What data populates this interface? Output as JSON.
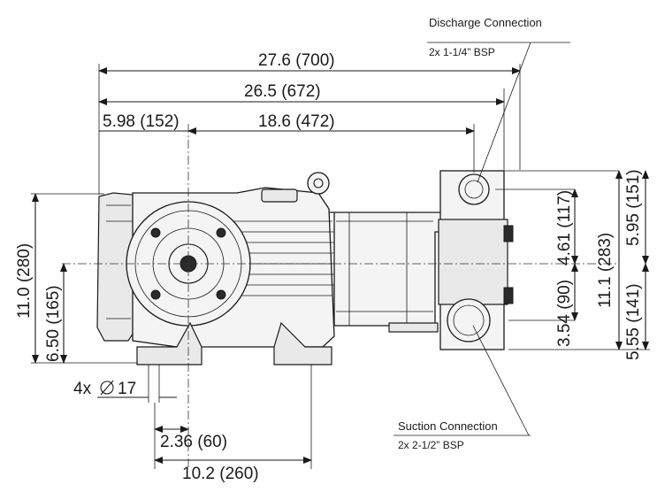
{
  "dimensions": {
    "overall_length": "27.6 (700)",
    "length_to_manifold": "26.5 (672)",
    "motor_offset": "5.98 (152)",
    "motor_to_manifold": "18.6 (472)",
    "overall_height": "11.0 (280)",
    "shaft_height": "6.50 (165)",
    "mount_holes": "4x",
    "mount_hole_dia": "17",
    "foot_width": "2.36 (60)",
    "foot_spacing": "10.2 (260)",
    "discharge_to_center": "4.61 (117)",
    "suction_to_center": "3.54 (90)",
    "manifold_height": "11.1 (283)",
    "manifold_top": "5.95 (151)",
    "manifold_bottom": "5.55 (141)"
  },
  "callouts": {
    "discharge": {
      "title": "Discharge Connection",
      "spec": "2x 1-1/4” BSP"
    },
    "suction": {
      "title": "Suction Connection",
      "spec": "2x 2-1/2” BSP"
    }
  }
}
